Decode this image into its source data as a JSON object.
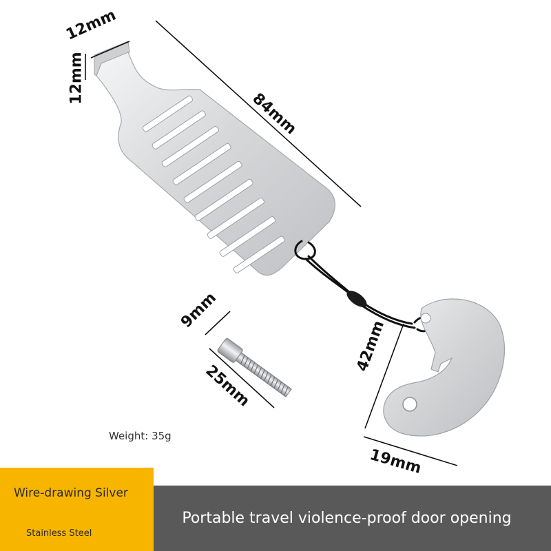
{
  "dimensions": {
    "hook_width": "12mm",
    "hook_height": "12mm",
    "plate_length": "84mm",
    "screw_diameter": "9mm",
    "screw_length": "25mm",
    "latch_height": "42mm",
    "latch_width": "19mm"
  },
  "weight": "Weight: 35g",
  "banner": {
    "color_name": "Wire-drawing Silver",
    "material": "Stainless Steel",
    "tagline": "Portable travel violence-proof door opening"
  },
  "colors": {
    "accent": "#f7b500",
    "banner_dark": "#595959",
    "steel": "#d9dadc"
  }
}
